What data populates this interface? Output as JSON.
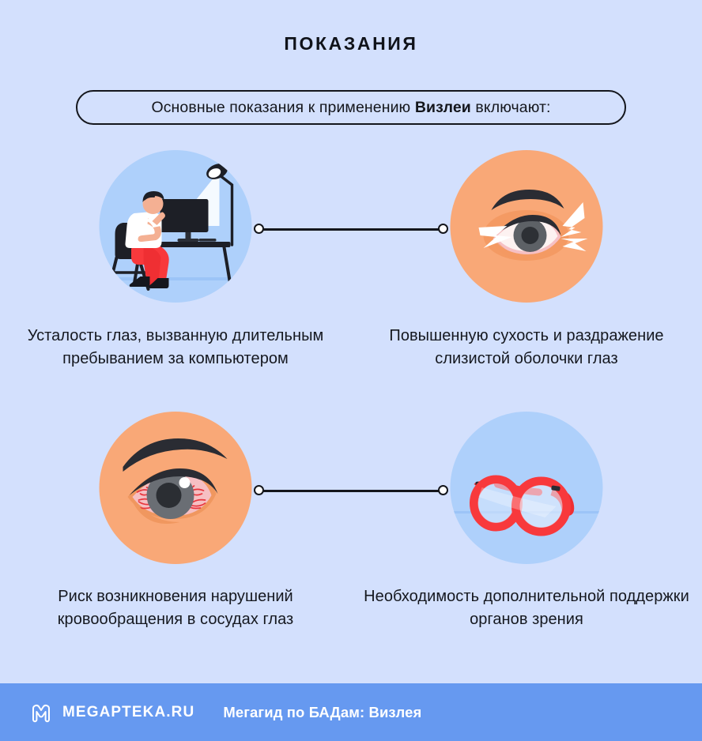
{
  "header": {
    "title": "ПОКАЗАНИЯ",
    "pill_prefix": "Основные показания к применению ",
    "pill_bold": "Визлеи",
    "pill_suffix": " включают:"
  },
  "items": [
    {
      "icon": "person-at-computer-icon",
      "circle_color": "#aed0fb",
      "caption": "Усталость глаз, вызванную длительным пребыванием за компьютером"
    },
    {
      "icon": "irritated-eye-icon",
      "circle_color": "#f9a877",
      "caption": "Повышенную сухость и раздражение слизистой оболочки глаз"
    },
    {
      "icon": "bloodshot-eye-icon",
      "circle_color": "#f9a877",
      "caption": "Риск возникновения нарушений кровообращения в сосудах глаз"
    },
    {
      "icon": "eyeglasses-icon",
      "circle_color": "#aed0fb",
      "caption": "Необходимость дополнительной поддержки органов зрения"
    }
  ],
  "footer": {
    "logo": "megapteka-m-logo-icon",
    "brand": "MEGAPTEKA.RU",
    "note": "Мегагид по БАДам: Визлея",
    "bar_color": "#6699f0"
  },
  "colors": {
    "background": "#d3e0fd",
    "circle_blue": "#aed0fb",
    "circle_orange": "#f9a877",
    "text": "#15181f",
    "accent_red": "#f8393c",
    "footer_blue": "#6699f0"
  }
}
